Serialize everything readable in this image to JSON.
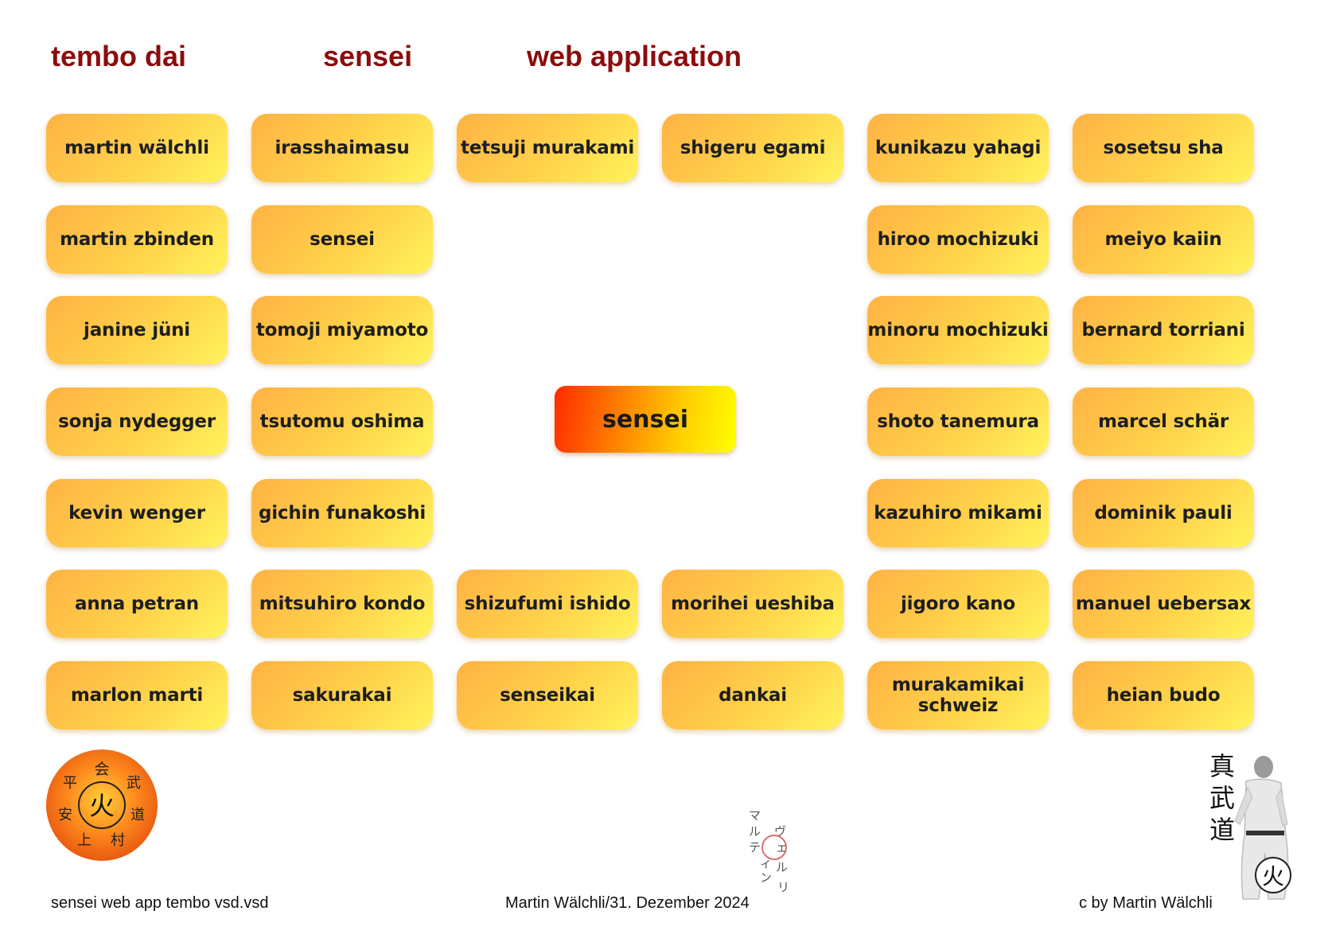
{
  "header": {
    "title_left": "tembo dai",
    "title_mid": "sensei",
    "title_right": "web application"
  },
  "grid": [
    [
      "martin wälchli",
      "irasshaimasu",
      "tetsuji murakami",
      "shigeru egami",
      "kunikazu yahagi",
      "sosetsu sha"
    ],
    [
      "martin zbinden",
      "sensei",
      "",
      "",
      "hiroo mochizuki",
      "meiyo kaiin"
    ],
    [
      "janine jüni",
      "tomoji miyamoto",
      "",
      "",
      "minoru mochizuki",
      "bernard torriani"
    ],
    [
      "sonja nydegger",
      "tsutomu oshima",
      "",
      "",
      "shoto tanemura",
      "marcel schär"
    ],
    [
      "kevin wenger",
      "gichin funakoshi",
      "",
      "",
      "kazuhiro mikami",
      "dominik pauli"
    ],
    [
      "anna petran",
      "mitsuhiro kondo",
      "shizufumi ishido",
      "morihei ueshiba",
      "jigoro kano",
      "manuel uebersax"
    ],
    [
      "marlon marti",
      "sakurakai",
      "senseikai",
      "dankai",
      "murakamikai schweiz",
      "heian budo"
    ]
  ],
  "center_button": {
    "label": "sensei"
  },
  "logos": {
    "seal": {
      "icon": "dojo-seal-logo",
      "glyphs": [
        "会",
        "武",
        "道",
        "村",
        "上",
        "安",
        "平",
        "火"
      ]
    },
    "signature": {
      "icon": "katakana-signature-logo",
      "text": "マルティン・ヴェルリ"
    },
    "karate": {
      "icon": "karate-figure-logo",
      "glyphs": [
        "真",
        "武",
        "道",
        "火"
      ]
    }
  },
  "footer": {
    "left": "sensei web app tembo vsd.vsd",
    "mid": "Martin Wälchli/31. Dezember 2024",
    "right": "c by Martin Wälchli"
  },
  "colors": {
    "header": "#8b0d0d",
    "button_start": "#ffb244",
    "button_end": "#fff35c",
    "center_start": "#ff2a00",
    "center_end": "#ffff00"
  }
}
